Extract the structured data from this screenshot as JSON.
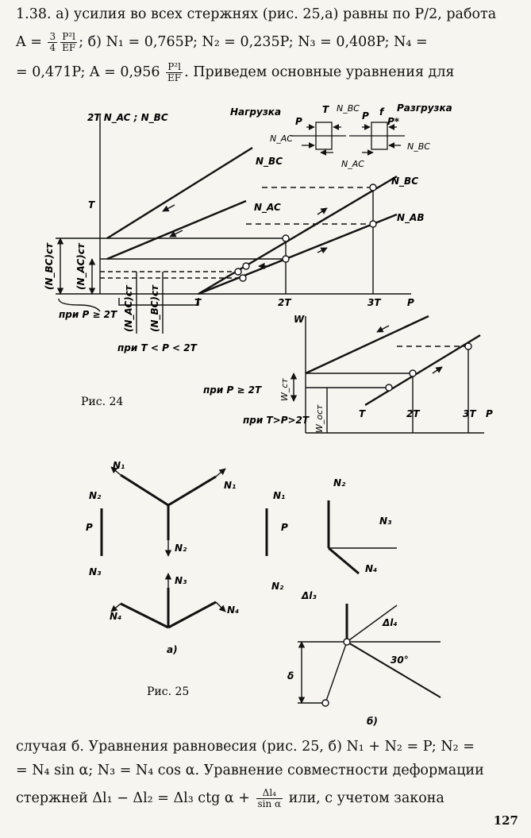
{
  "text": {
    "line1": "1.38. а) усилия во всех стержнях (рис. 25,а) равны по P/2, работа",
    "line2_a": "A =",
    "frac1_num": "3",
    "frac1_den": "4",
    "frac2_num": "P²l",
    "frac2_den": "EF",
    "line2_b": "; б) N₁ = 0,765P; N₂ = 0,235P; N₃ = 0,408P; N₄ =",
    "line3_a": "= 0,471P; A = 0,956",
    "frac3_num": "P²l",
    "frac3_den": "EF",
    "line3_b": ". Приведем основные уравнения для",
    "bottom1": "случая б. Уравнения равновесия (рис. 25, б) N₁ + N₂ = P; N₂ =",
    "bottom2": "= N₄ sin α; N₃ = N₄ cos α. Уравнение совместности деформации",
    "bottom3_a": "стержней Δl₁ − Δl₂ = Δl₃ ctg α +",
    "frac4_num": "Δl₄",
    "frac4_den": "sin α",
    "bottom3_b": "или, с учетом закона",
    "page_number": "127"
  },
  "fig24": {
    "caption": "Рис. 24",
    "y_axis_label": "2T N_AC ; N_BC",
    "label_nbc_top": "N_BC",
    "label_nac_mid": "N_AC",
    "label_nbc_right": "N_BC",
    "label_nab_right": "N_AB",
    "tick_T": "T",
    "tick_2T": "2T",
    "tick_3T": "3T",
    "axis_P": "P",
    "left_T": "T",
    "nbc_st": "(N_BC)ст",
    "nac_st": "(N_AC)ст",
    "brace_left": "при P ≥ 2T",
    "brace_mid": "при T < P < 2T",
    "nac_st2": "(N_AC)ст",
    "nbc_st2": "(N_BC)ст",
    "legend_load": "Нагрузка",
    "legend_unload": "Разгрузка",
    "legend_T": "T",
    "legend_Nbc": "N_BC",
    "legend_P": "P",
    "legend_f": "f",
    "legend_Pstar": "P*",
    "legend_Nac": "N_AC",
    "legend_Nac2": "N_AC",
    "legend_Nbc2": "N_BC",
    "w_axis": "W",
    "w_st": "W_ст",
    "w_ost": "W_ост",
    "w_when1": "при P ≥ 2T",
    "w_when2": "при T>P>2T",
    "w_T": "T",
    "w_2T": "2T",
    "w_3T": "3T",
    "w_P": "P"
  },
  "fig25": {
    "caption": "Рис. 25",
    "sub_a": "а)",
    "sub_b": "б)",
    "N1": "N₁",
    "N2": "N₂",
    "N3": "N₃",
    "N4": "N₄",
    "P": "P",
    "dl3": "Δl₃",
    "dl4": "Δl₄",
    "angle": "30°",
    "delta": "δ"
  }
}
